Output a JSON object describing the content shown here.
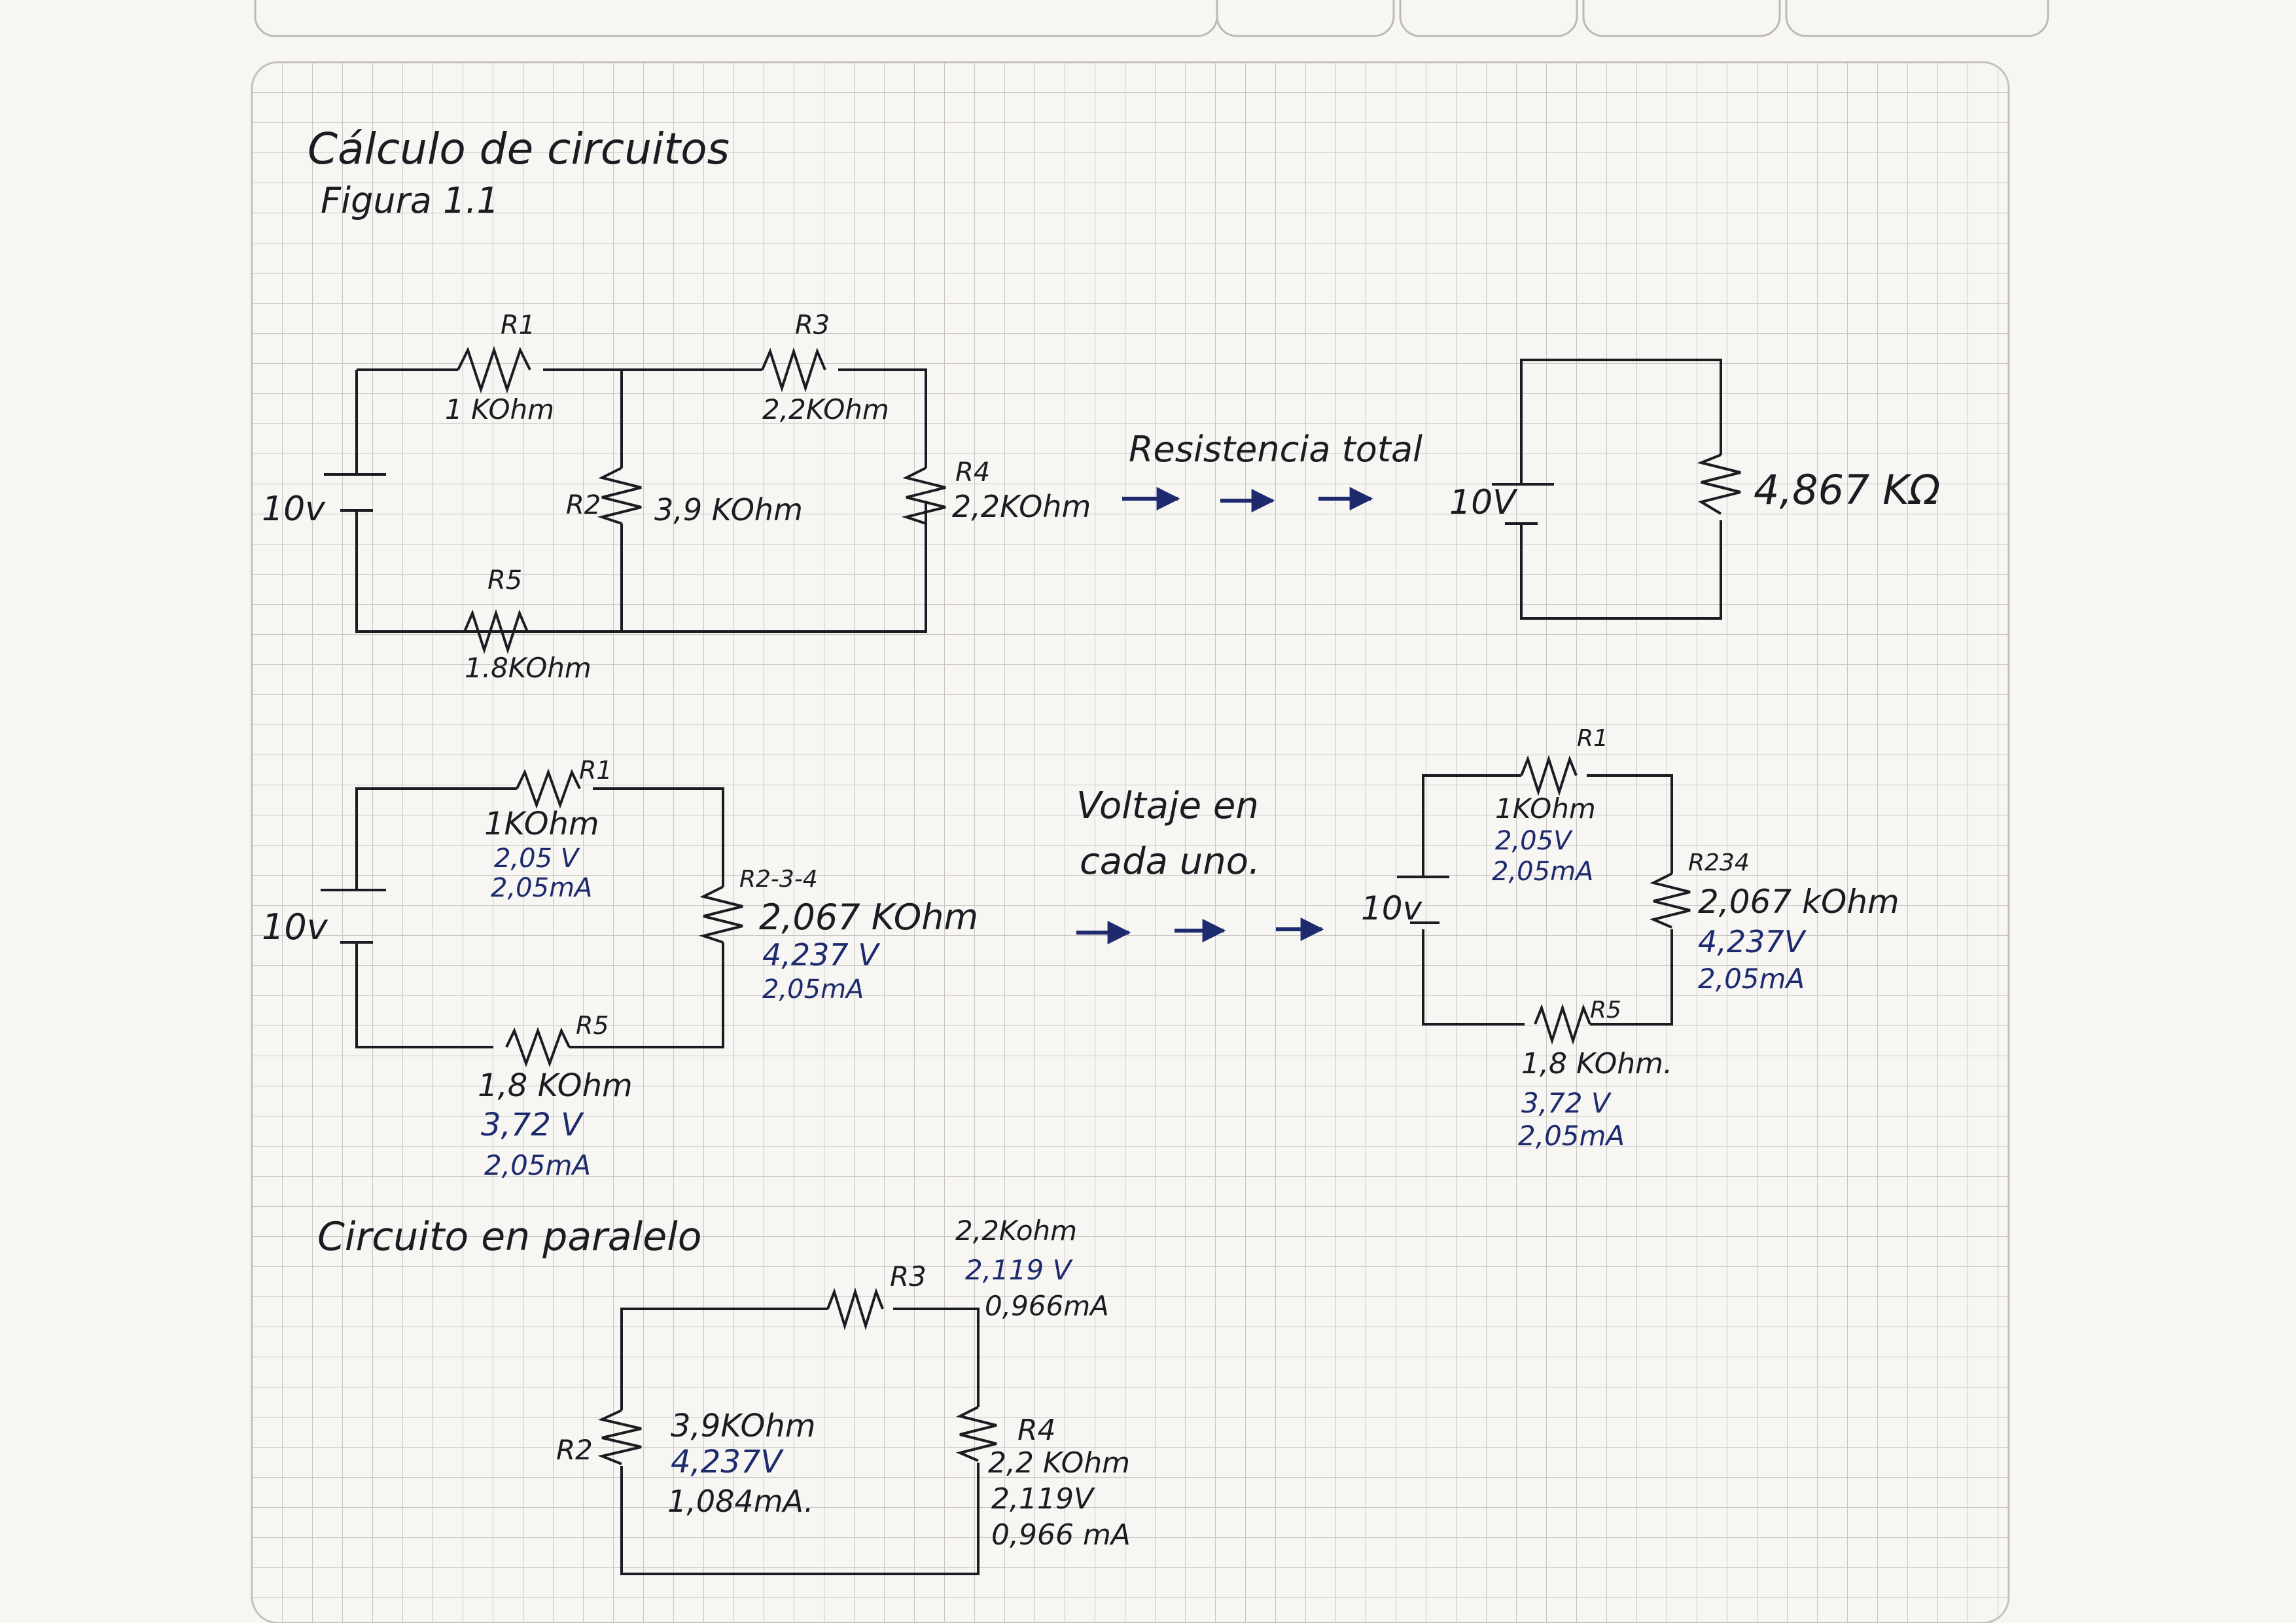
{
  "header": {
    "title": "Cálculo de circuitos",
    "figure": "Figura 1.1"
  },
  "circuit1": {
    "source": "10v",
    "r1_label": "R1",
    "r1_value": "1 KOhm",
    "r3_label": "R3",
    "r3_value": "2,2KOhm",
    "r2_label": "R2",
    "r2_value": "3,9 KOhm",
    "r4_label": "R4",
    "r4_value": "2,2KOhm",
    "r5_label": "R5",
    "r5_value": "1.8KOhm"
  },
  "total": {
    "caption": "Resistencia total",
    "source": "10V",
    "value": "4,867 KΩ"
  },
  "circuit2": {
    "source": "10v",
    "r1_label": "R1",
    "r1_value": "1KOhm",
    "r1_voltage": "2,05 V",
    "r1_current": "2,05mA",
    "r234_label": "R2-3-4",
    "r234_value": "2,067 KOhm",
    "r234_voltage": "4,237 V",
    "r234_current": "2,05mA",
    "r5_label": "R5",
    "r5_value": "1,8 KOhm",
    "r5_voltage": "3,72 V",
    "r5_current": "2,05mA"
  },
  "voltage_caption": {
    "line1": "Voltaje en",
    "line2": "cada uno."
  },
  "circuit3": {
    "source": "10v",
    "r1_label": "R1",
    "r1_value": "1KOhm",
    "r1_voltage": "2,05V",
    "r1_current": "2,05mA",
    "r234_label": "R234",
    "r234_value": "2,067 kOhm",
    "r234_voltage": "4,237V",
    "r234_current": "2,05mA",
    "r5_label": "R5",
    "r5_value": "1,8 KOhm.",
    "r5_voltage": "3,72 V",
    "r5_current": "2,05mA"
  },
  "parallel": {
    "title": "Circuito en paralelo",
    "r3_label": "R3",
    "r3_value": "2,2Kohm",
    "r3_voltage": "2,119 V",
    "r3_current": "0,966mA",
    "r2_label": "R2",
    "r2_value": "3,9KOhm",
    "r2_voltage": "4,237V",
    "r2_current": "1,084mA.",
    "r4_label": "R4",
    "r4_value": "2,2 KOhm",
    "r4_voltage": "2,119V",
    "r4_current": "0,966 mA"
  },
  "colors": {
    "paper": "#f7f6f3",
    "grid": "#c9c6c2",
    "ink": "#1b1b22",
    "blue_ink": "#1d2a6e"
  }
}
